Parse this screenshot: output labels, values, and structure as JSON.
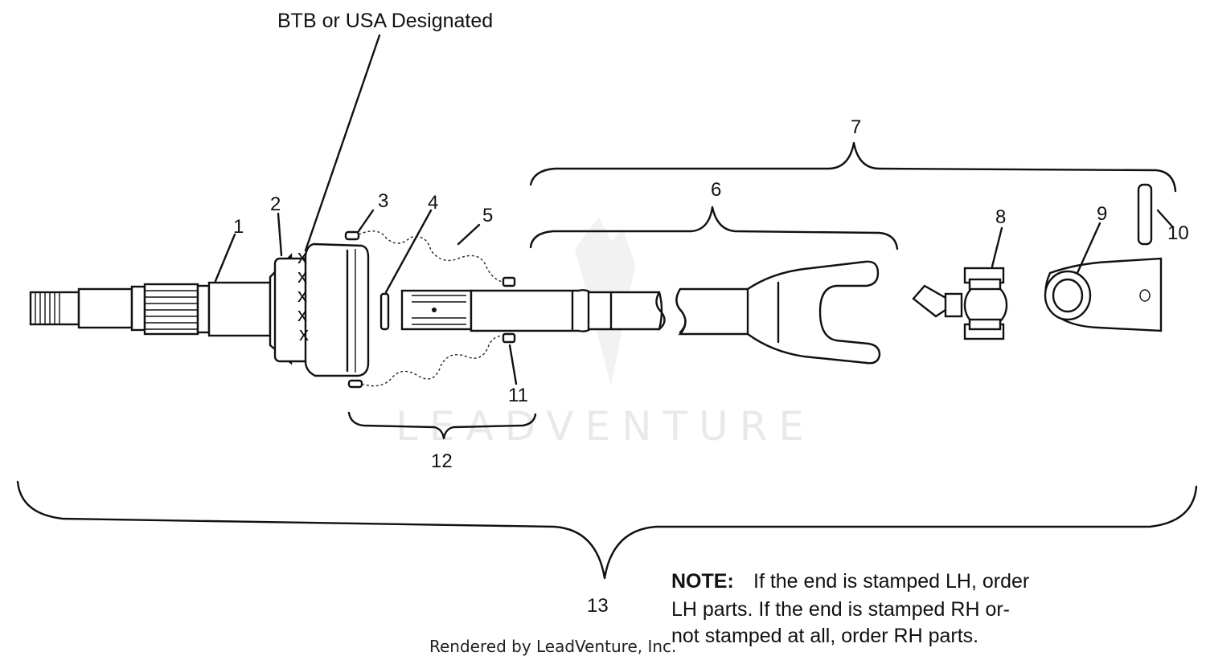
{
  "header_label": "BTB or USA Designated",
  "callouts": [
    "1",
    "2",
    "3",
    "4",
    "5",
    "6",
    "7",
    "8",
    "9",
    "10",
    "11",
    "12",
    "13"
  ],
  "note": {
    "label": "NOTE:",
    "line1": "If the end is stamped LH, order",
    "line2": "LH parts.  If the end is stamped RH or-",
    "line3": "not stamped at all, order RH parts."
  },
  "credit": "Rendered by LeadVenture, Inc.",
  "watermark": "LEADVENTURE",
  "marks": [
    "x",
    "x",
    "x",
    "x",
    "x"
  ]
}
